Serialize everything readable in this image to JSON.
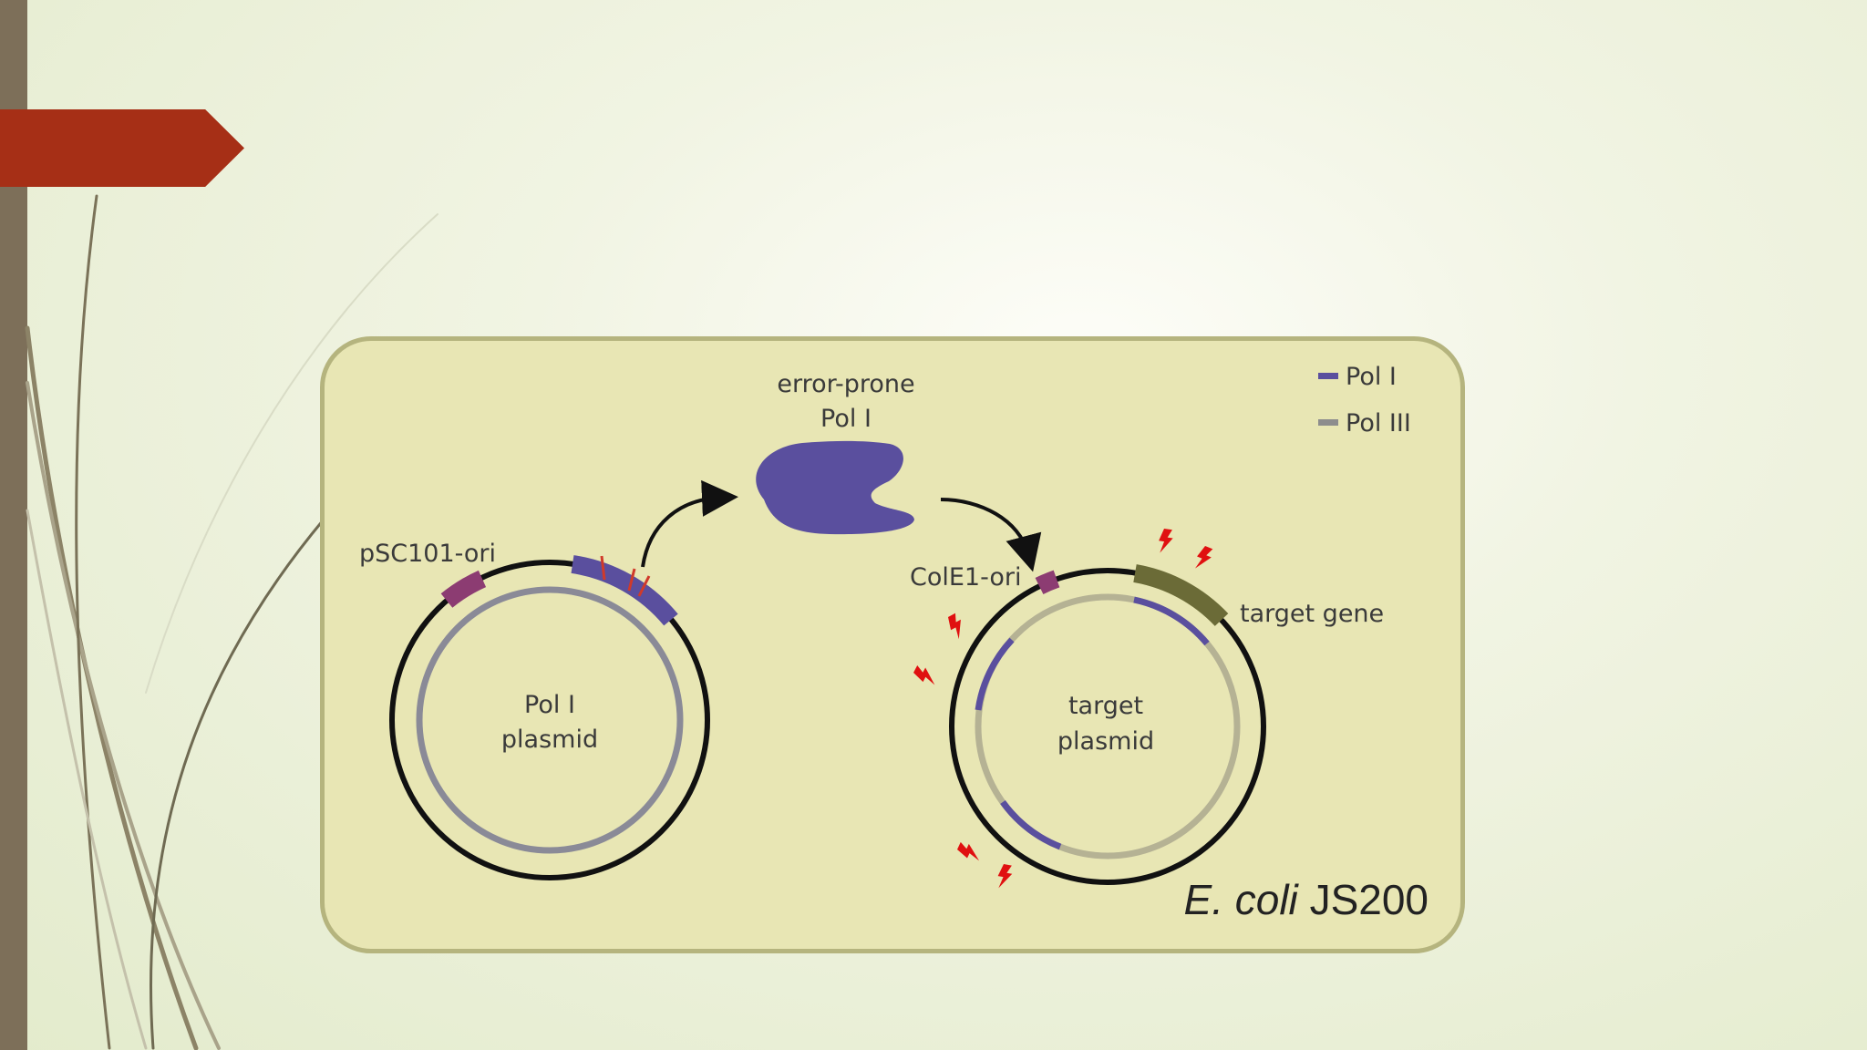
{
  "enzyme": {
    "line1": "error-prone",
    "line2": "Pol I"
  },
  "legend": [
    {
      "label": "Pol I",
      "color": "#5a4f9e"
    },
    {
      "label": "Pol III",
      "color": "#8d8d8d"
    }
  ],
  "pol_plasmid": {
    "ori_label": "pSC101-ori",
    "name_line1": "Pol I",
    "name_line2": "plasmid"
  },
  "target_plasmid": {
    "ori_label": "ColE1-ori",
    "gene_label": "target gene",
    "name_line1": "target",
    "name_line2": "plasmid"
  },
  "host": {
    "genus": "E. coli",
    "strain": "JS200"
  },
  "colors": {
    "accent": "#a62f16",
    "panel": "#e8e6b4",
    "pol1": "#5a4f9e",
    "pol3": "#8d8d8d",
    "ori": "#8c3c72",
    "target_gene": "#6b6b37",
    "mutation": "#e01010"
  }
}
